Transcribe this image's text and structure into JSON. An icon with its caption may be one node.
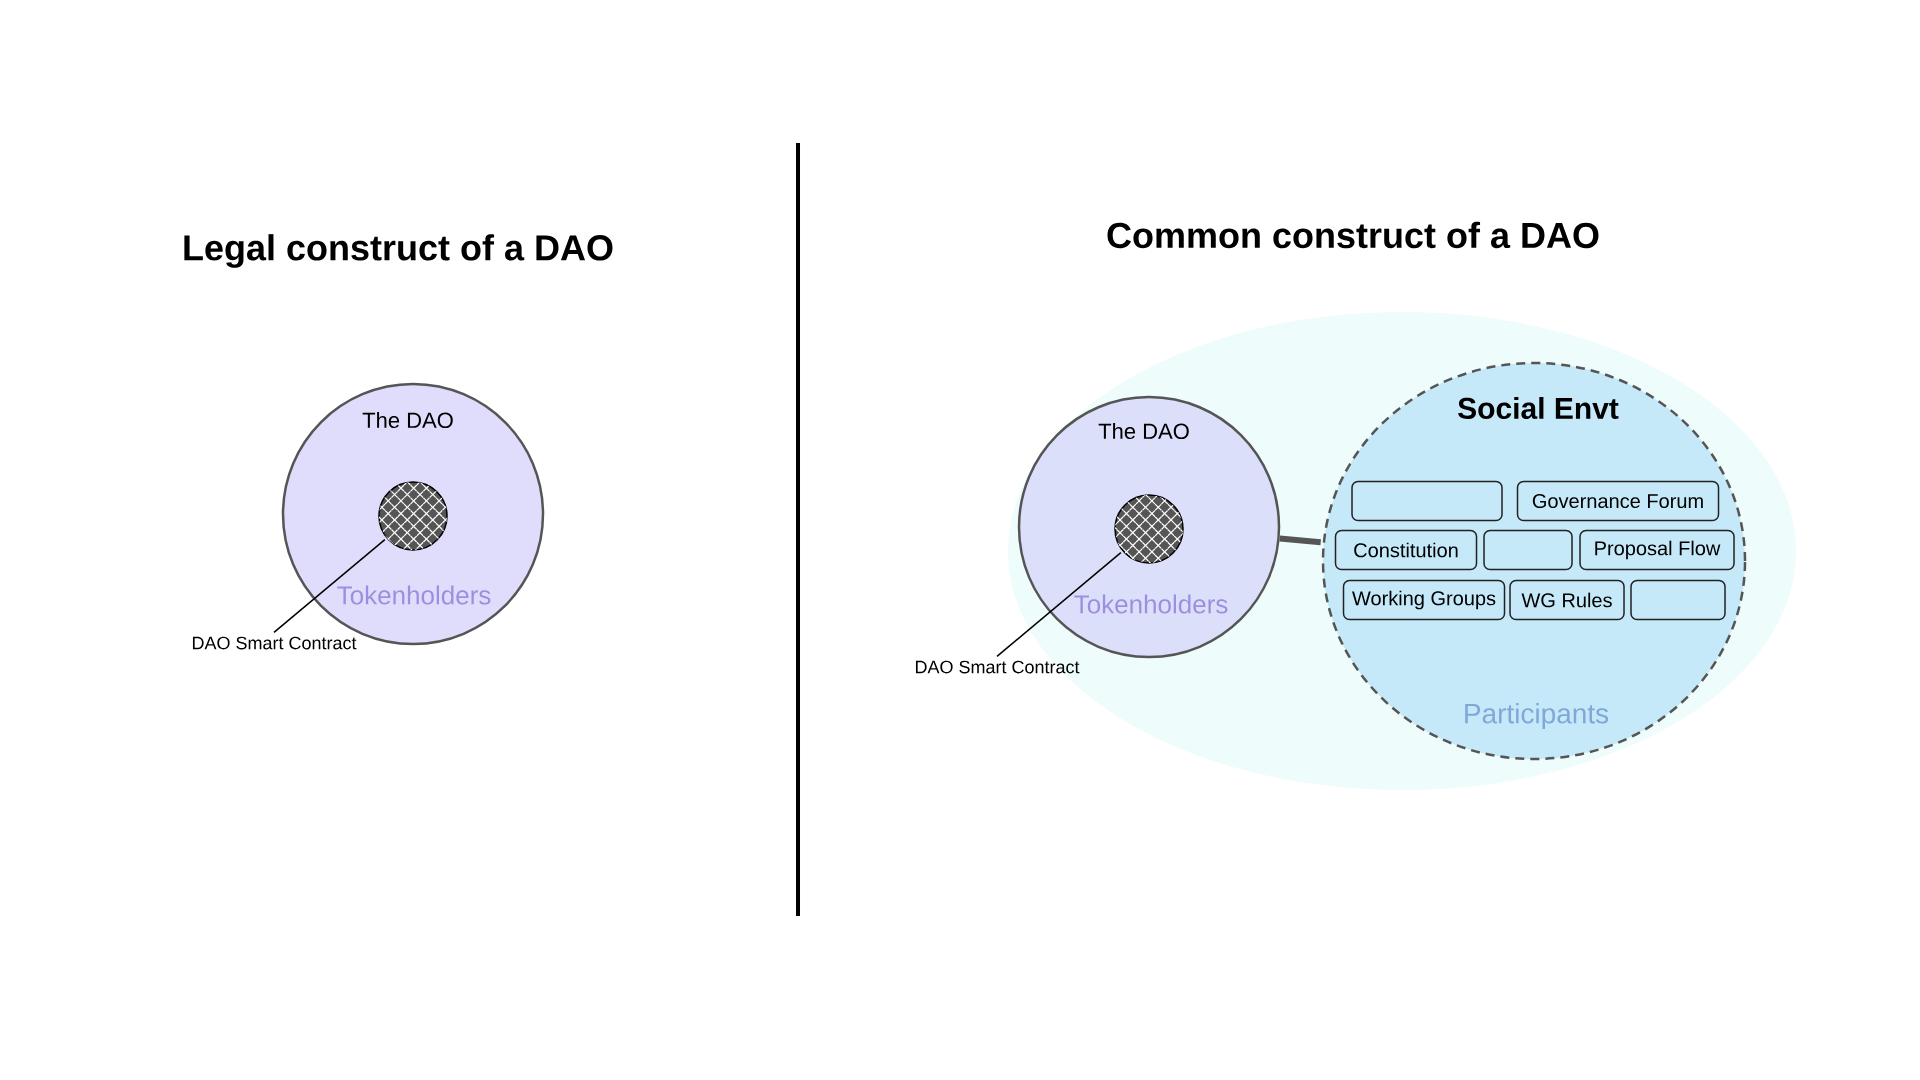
{
  "diagram": {
    "nodes": [
      {
        "text": [
          "The DAO",
          "Tokenholders"
        ]
      },
      {
        "text": [],
        "shape": "circle",
        "in": 0
      },
      {
        "text": [
          "DAO Smart Contract"
        ]
      },
      {
        "text": [],
        "shape": "ellipse"
      },
      {
        "text": [
          "The DAO",
          "Tokenholders"
        ],
        "in": 3
      },
      {
        "text": [],
        "shape": "circle",
        "in": 4
      },
      {
        "text": [
          "DAO Smart Contract"
        ]
      },
      {
        "text": [
          "Social Envt",
          "Participants"
        ],
        "in": 3
      },
      {
        "text": [],
        "shape": "box",
        "in": 7
      },
      {
        "text": [
          "Governance Forum"
        ],
        "in": 7
      },
      {
        "text": [
          "Constitution"
        ],
        "in": 7
      },
      {
        "text": [],
        "shape": "box",
        "in": 7
      },
      {
        "text": [
          "Proposal Flow"
        ],
        "in": 7
      },
      {
        "text": [
          "Working Groups"
        ],
        "in": 7
      },
      {
        "text": [
          "WG Rules"
        ],
        "in": 7
      },
      {
        "text": [],
        "shape": "box",
        "in": 7
      }
    ],
    "edges": [
      {
        "from": 2,
        "to": 1,
        "arrow": "none"
      },
      {
        "from": 6,
        "to": 5,
        "arrow": "none"
      },
      {
        "from": 4,
        "to": 7,
        "arrow": "none",
        "style": "thick",
        "color": "#555555"
      }
    ],
    "labels": [
      "Legal construct of a DAO",
      "Common construct of a DAO"
    ]
  }
}
